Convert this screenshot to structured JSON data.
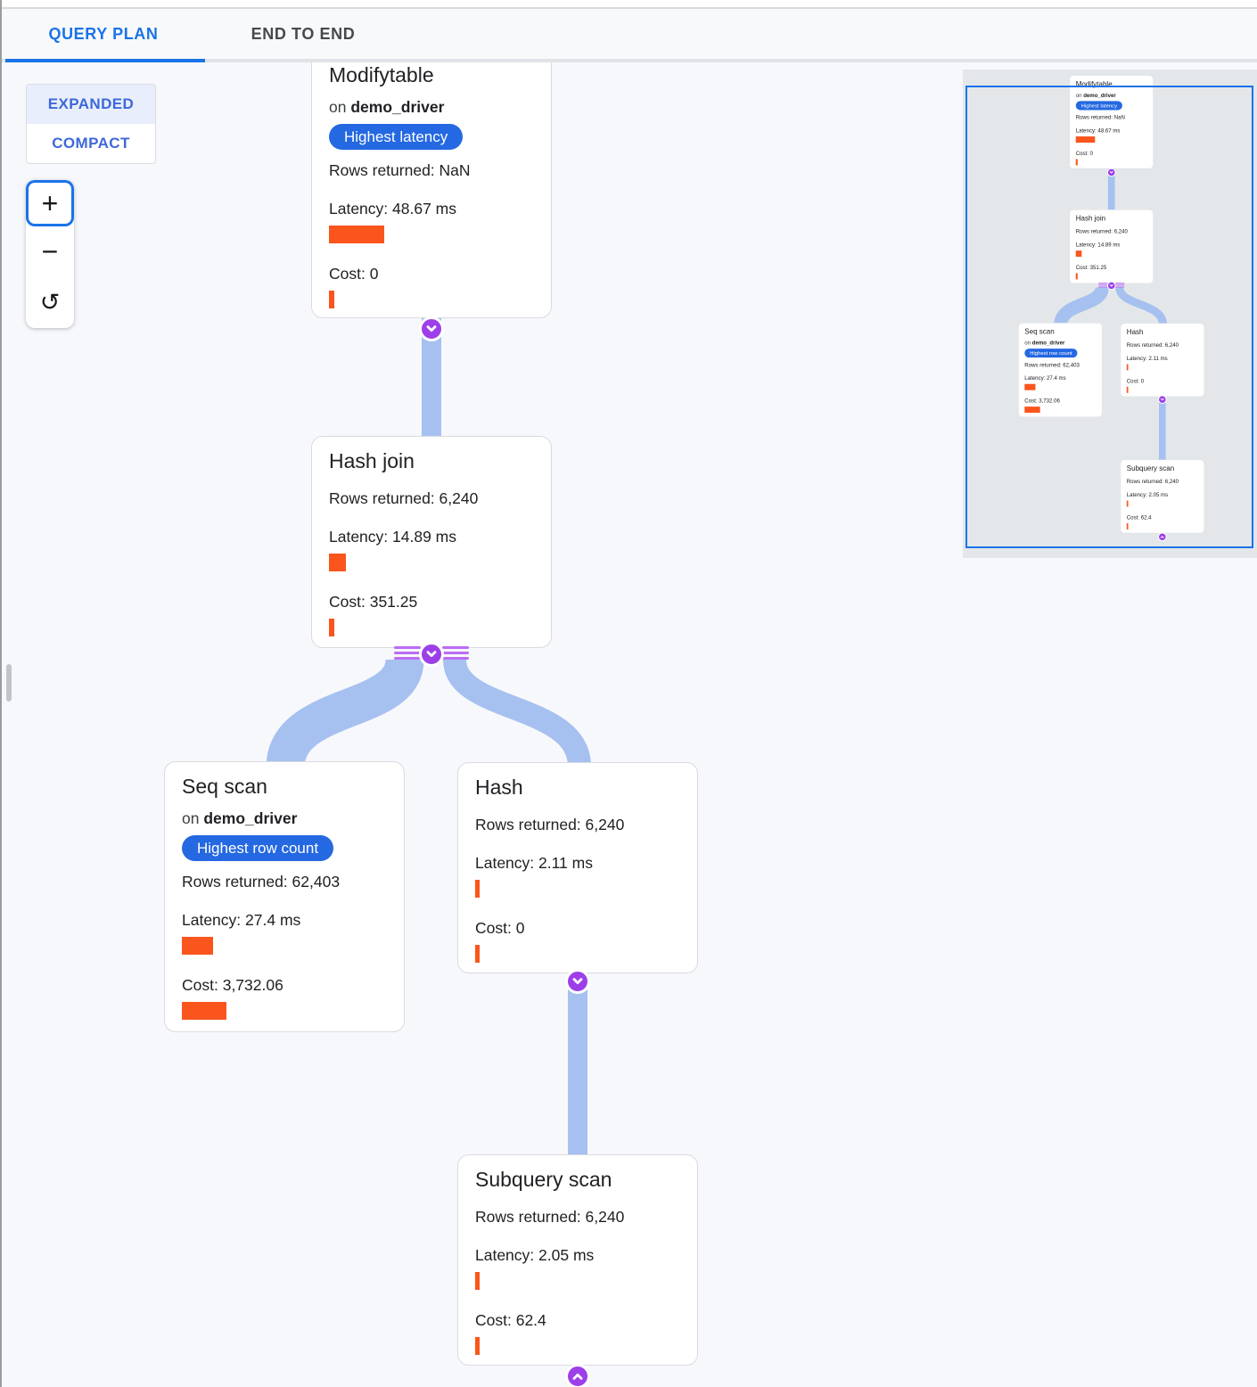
{
  "tab_bar": {
    "tabs": [
      {
        "label": "QUERY PLAN",
        "active": true
      },
      {
        "label": "END TO END",
        "active": false
      }
    ]
  },
  "view_toggle": {
    "expanded_label": "EXPANDED",
    "compact_label": "COMPACT",
    "selected": "EXPANDED"
  },
  "zoom_controls": {
    "zoom_in_label": "+",
    "zoom_out_label": "−",
    "reset_label": "↺"
  },
  "graph": {
    "nodes": {
      "modifytable": {
        "title": "Modifytable",
        "on_prefix": "on",
        "table": "demo_driver",
        "badge": "Highest latency",
        "rows": "Rows returned: NaN",
        "latency": "Latency: 48.67 ms",
        "cost": "Cost: 0",
        "bars": {
          "latency": 62,
          "cost": 6
        }
      },
      "hash_join": {
        "title": "Hash join",
        "rows": "Rows returned: 6,240",
        "latency": "Latency: 14.89 ms",
        "cost": "Cost: 351.25",
        "bars": {
          "latency": 19,
          "cost": 6
        }
      },
      "seq_scan": {
        "title": "Seq scan",
        "on_prefix": "on",
        "table": "demo_driver",
        "badge": "Highest row count",
        "rows": "Rows returned: 62,403",
        "latency": "Latency: 27.4 ms",
        "cost": "Cost: 3,732.06",
        "bars": {
          "latency": 35,
          "cost": 50
        }
      },
      "hash": {
        "title": "Hash",
        "rows": "Rows returned: 6,240",
        "latency": "Latency: 2.11 ms",
        "cost": "Cost: 0",
        "bars": {
          "latency": 5,
          "cost": 5
        }
      },
      "subquery_scan": {
        "title": "Subquery scan",
        "rows": "Rows returned: 6,240",
        "latency": "Latency: 2.05 ms",
        "cost": "Cost: 62.4",
        "bars": {
          "latency": 5,
          "cost": 5
        }
      }
    },
    "edges": [
      {
        "from": "Modifytable",
        "to": "Hash join"
      },
      {
        "from": "Hash join",
        "to": "Seq scan"
      },
      {
        "from": "Hash join",
        "to": "Hash"
      },
      {
        "from": "Hash",
        "to": "Subquery scan"
      }
    ]
  },
  "colors": {
    "accent_blue": "#1a73e8",
    "badge_blue": "#2468e2",
    "toggle_text_blue": "#3e68d9",
    "edge_blue": "#a6c1f0",
    "connector_purple": "#9d3fe9",
    "parallel_edge_purple": "#bb6cf4",
    "metric_bar_orange": "#fb551e",
    "minimap_background": "#e4e7ea",
    "canvas_background": "#f7f8fc"
  }
}
